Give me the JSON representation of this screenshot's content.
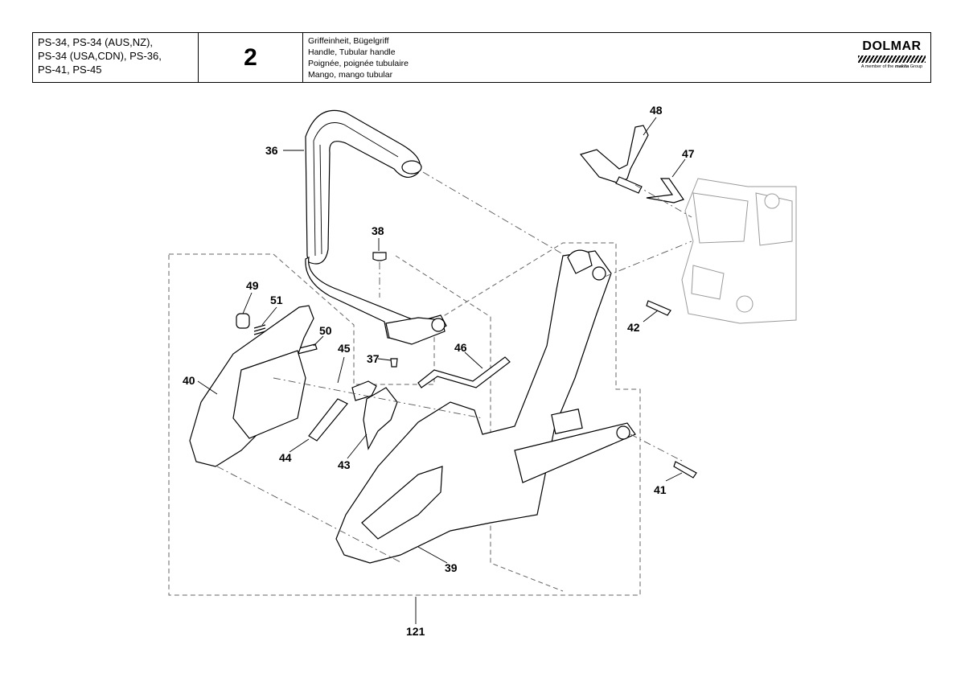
{
  "header": {
    "models": [
      "PS-34, PS-34 (AUS,NZ),",
      "PS-34 (USA,CDN), PS-36,",
      "PS-41, PS-45"
    ],
    "page_number": "2",
    "description": [
      "Griffeinheit, Bügelgriff",
      "Handle, Tubular handle",
      "Poignée, poignée tubulaire",
      "Mango, mango tubular"
    ],
    "brand": "DOLMAR",
    "brand_tagline_prefix": "A member of the",
    "brand_tagline_mark": "makita",
    "brand_tagline_suffix": "Group"
  },
  "callouts": [
    "36",
    "38",
    "48",
    "47",
    "49",
    "51",
    "50",
    "45",
    "46",
    "37",
    "40",
    "42",
    "44",
    "43",
    "41",
    "39",
    "121"
  ]
}
